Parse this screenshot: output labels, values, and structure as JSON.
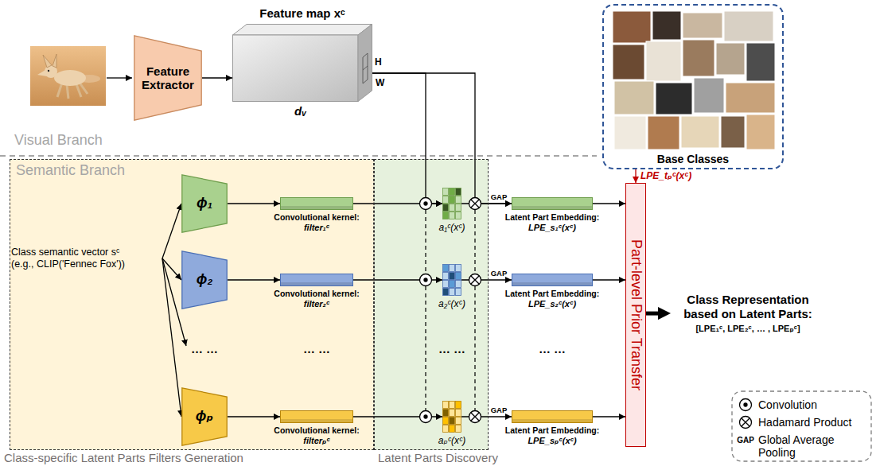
{
  "diagram": {
    "nodes": [
      {
        "text": [
          "Feature Extractor"
        ]
      },
      {
        "text": [
          "Feature map xᶜ"
        ]
      },
      {
        "text": [
          "Base Classes"
        ]
      },
      {
        "text": [
          "Class-specific Latent Parts Filters Generation"
        ]
      },
      {
        "text": [
          "Class semantic vector sᶜ",
          "(e.g., CLIP('Fennec Fox'))"
        ],
        "in": 3
      },
      {
        "text": [
          "ϕ₁"
        ],
        "in": 3
      },
      {
        "text": [
          "ϕ₂"
        ],
        "in": 3
      },
      {
        "text": [
          "ϕₚ"
        ],
        "in": 3
      },
      {
        "text": [
          "Convolutional kernel:",
          "filter₁ᶜ"
        ],
        "in": 3
      },
      {
        "text": [
          "Convolutional kernel:",
          "filter₂ᶜ"
        ],
        "in": 3
      },
      {
        "text": [
          "Convolutional kernel:",
          "filterₚᶜ"
        ],
        "in": 3
      },
      {
        "text": [
          "Latent Parts Discovery"
        ]
      },
      {
        "text": [
          "a₁ᶜ(xᶜ)"
        ],
        "in": 11
      },
      {
        "text": [
          "a₂ᶜ(xᶜ)"
        ],
        "in": 11
      },
      {
        "text": [
          "aₚᶜ(xᶜ)"
        ],
        "in": 11
      },
      {
        "text": [
          "Latent Part Embedding:",
          "LPE_s₁ᶜ(xᶜ)"
        ]
      },
      {
        "text": [
          "Latent Part Embedding:",
          "LPE_s₂ᶜ(xᶜ)"
        ]
      },
      {
        "text": [
          "Latent Part Embedding:",
          "LPE_sₚᶜ(xᶜ)"
        ]
      },
      {
        "text": [
          "Part-level Prior Transfer"
        ]
      },
      {
        "text": [
          "Class Representation based on Latent Parts:",
          "[LPE₁ᶜ, LPE₂ᶜ, … , LPEₚᶜ]"
        ]
      }
    ],
    "edges": [
      {
        "from": 0,
        "to": 1,
        "arrow": "to"
      },
      {
        "from": 1,
        "to": 12,
        "arrow": "to"
      },
      {
        "from": 1,
        "to": 15,
        "arrow": "to"
      },
      {
        "from": 4,
        "to": 5,
        "arrow": "to"
      },
      {
        "from": 4,
        "to": 6,
        "arrow": "to"
      },
      {
        "from": 4,
        "to": 7,
        "arrow": "to"
      },
      {
        "from": 5,
        "to": 8,
        "arrow": "to"
      },
      {
        "from": 6,
        "to": 9,
        "arrow": "to"
      },
      {
        "from": 7,
        "to": 10,
        "arrow": "to"
      },
      {
        "from": 8,
        "to": 12,
        "arrow": "to"
      },
      {
        "from": 9,
        "to": 13,
        "arrow": "to"
      },
      {
        "from": 10,
        "to": 14,
        "arrow": "to"
      },
      {
        "from": 12,
        "to": 15,
        "arrow": "to",
        "label": "GAP"
      },
      {
        "from": 13,
        "to": 16,
        "arrow": "to",
        "label": "GAP"
      },
      {
        "from": 14,
        "to": 17,
        "arrow": "to",
        "label": "GAP"
      },
      {
        "from": 15,
        "to": 18,
        "arrow": "to"
      },
      {
        "from": 16,
        "to": 18,
        "arrow": "to"
      },
      {
        "from": 17,
        "to": 18,
        "arrow": "to"
      },
      {
        "from": 2,
        "to": 18,
        "arrow": "to",
        "label": "LPE_tₚᶜ(xᶜ)"
      },
      {
        "from": 18,
        "to": 19,
        "arrow": "to"
      }
    ],
    "labels": [
      "Visual Branch",
      "Semantic Branch",
      "H",
      "W",
      "dᵥ",
      "… …",
      "… …",
      "… …",
      "… …",
      "GAP"
    ],
    "legend": [
      {
        "text": "Convolution"
      },
      {
        "text": "Hadamard Product"
      },
      {
        "text": "Global Average Pooling"
      }
    ]
  }
}
